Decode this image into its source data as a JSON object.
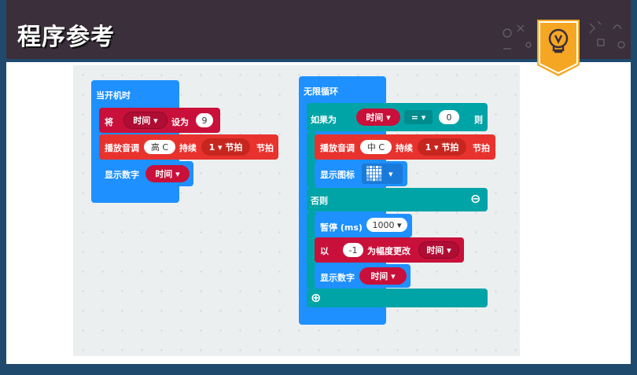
{
  "header": {
    "title": "程序参考"
  },
  "colors": {
    "header_bg": "#3a2f3a",
    "frame": "#1f4a6e",
    "badge": "#f5a623",
    "blue": "#1e90ff",
    "red": "#e8322e",
    "crimson": "#c8103b",
    "teal": "#00a4a6"
  },
  "left_program": {
    "hat_label": "当开机时",
    "set": {
      "label": "将",
      "var": "时间 ▾",
      "to_label": "设为",
      "value": "9"
    },
    "play": {
      "label": "播放音调",
      "note": "高 C",
      "duration_label": "持续",
      "beats": "1 ▾ 节拍",
      "tail": "节拍"
    },
    "show": {
      "label": "显示数字",
      "var": "时间 ▾"
    }
  },
  "right_program": {
    "hat_label": "无限循环",
    "if": {
      "label": "如果为",
      "var": "时间 ▾",
      "op": "= ▾",
      "value": "0",
      "then": "则"
    },
    "play": {
      "label": "播放音调",
      "note": "中 C",
      "duration_label": "持续",
      "beats": "1 ▾ 节拍",
      "tail": "节拍"
    },
    "show_icon": {
      "label": "显示图标",
      "icon": "heart-icon",
      "dropdown": "▾"
    },
    "else": {
      "label": "否则",
      "minus": "⊖"
    },
    "pause": {
      "label": "暂停 (ms)",
      "value": "1000 ▾"
    },
    "change": {
      "label": "以",
      "value": "-1",
      "mid": "为幅度更改",
      "var": "时间 ▾"
    },
    "show": {
      "label": "显示数字",
      "var": "时间 ▾"
    },
    "plus": "⊕"
  }
}
